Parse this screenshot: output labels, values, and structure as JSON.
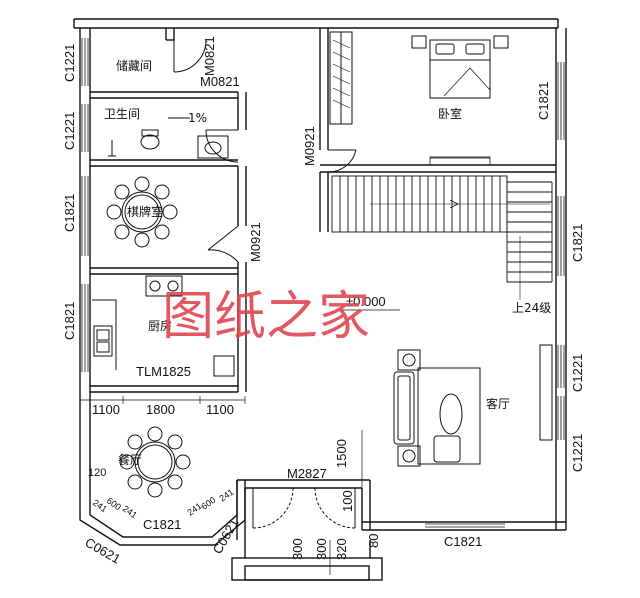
{
  "rooms": {
    "storage": "储藏间",
    "bathroom": "卫生间",
    "game_room": "棋牌室",
    "kitchen": "厨房",
    "dining": "餐厅",
    "bedroom": "卧室",
    "living": "客厅"
  },
  "slope": "1%",
  "level": "±0.000",
  "stairs": "上24级",
  "watermark": "图纸之家",
  "labels": {
    "c1221_a": "C1221",
    "c1221_b": "C1221",
    "c1821_a": "C1821",
    "c1821_b": "C1821",
    "m0821": "M0821",
    "m0921_a": "M0921",
    "m0921_b": "M0921",
    "tlm1825": "TLM1825",
    "c1821_bed": "C1821",
    "c1821_right": "C1821",
    "c1221_r1": "C1221",
    "c1221_r2": "C1221",
    "m2827": "M2827",
    "c1821_dining": "C1821",
    "c1821_bottom": "C1821",
    "c0621_a": "C0621",
    "c0621_b": "C0621"
  },
  "dims": {
    "d1100a": "1100",
    "d1800": "1800",
    "d1100b": "1100",
    "d120": "120",
    "d241a": "241",
    "d600a": "600",
    "d241b": "241",
    "d241c": "241",
    "d600b": "600",
    "d241d": "241",
    "d1500": "1500",
    "d100": "100",
    "d300a": "300",
    "d300b": "300",
    "d320": "320",
    "d80": "80"
  }
}
